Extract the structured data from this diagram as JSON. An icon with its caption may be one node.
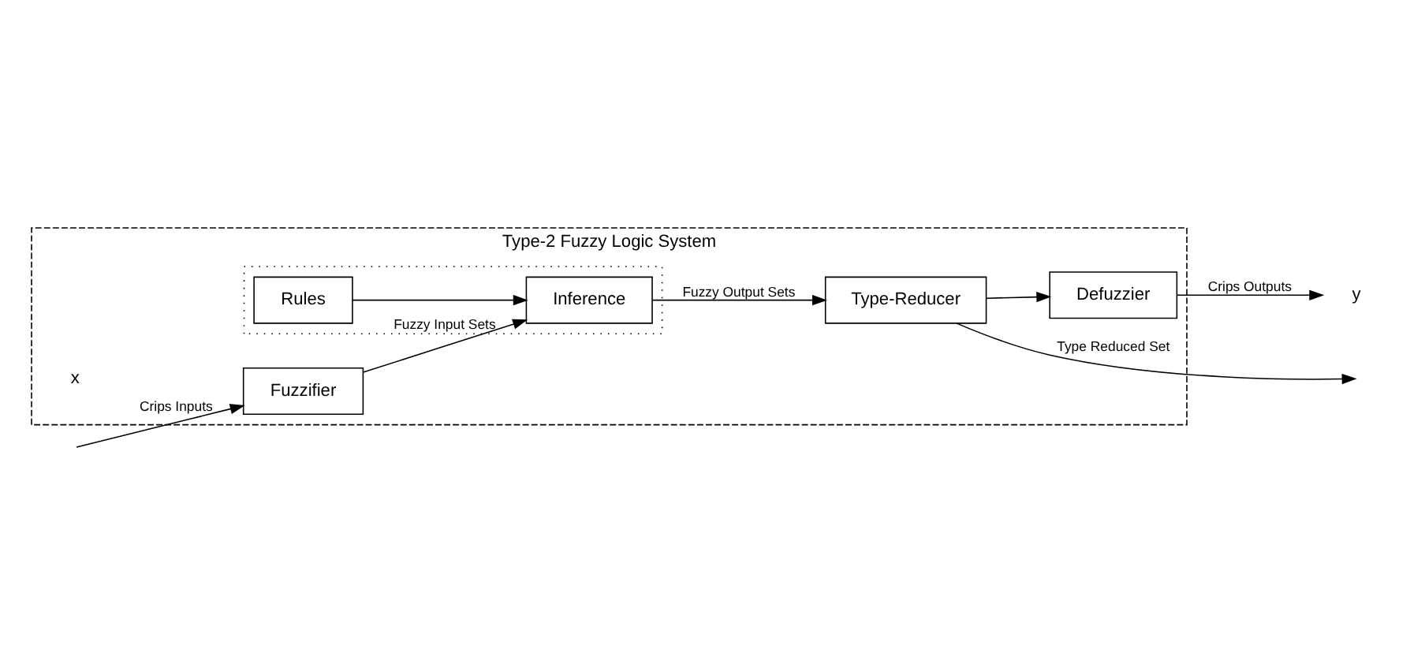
{
  "diagram": {
    "nodes": [
      {
        "text": [
          "Type-2 Fuzzy Logic System"
        ]
      },
      {
        "text": [],
        "shape": "box",
        "in": 0
      },
      {
        "text": [
          "Rules"
        ],
        "in": 1
      },
      {
        "text": [
          "Fuzzifier"
        ],
        "in": 0
      },
      {
        "text": [
          "Inference"
        ],
        "in": 1
      },
      {
        "text": [
          "Defuzzier"
        ],
        "in": 0
      },
      {
        "text": [
          "Type-Reducer"
        ],
        "in": 0
      },
      {
        "text": [
          "y"
        ]
      }
    ],
    "edges": [
      {
        "from": null,
        "to": 3,
        "arrow": "to",
        "label": "Crips Inputs"
      },
      {
        "from": 3,
        "to": 4,
        "arrow": "to",
        "label": "Fuzzy Input Sets"
      },
      {
        "from": 2,
        "to": 4,
        "arrow": "to"
      },
      {
        "from": 4,
        "to": 6,
        "arrow": "to",
        "label": "Fuzzy Output Sets"
      },
      {
        "from": 6,
        "to": 5,
        "arrow": "to"
      },
      {
        "from": 5,
        "to": 7,
        "arrow": "to",
        "label": "Crips Outputs"
      },
      {
        "from": 6,
        "to": null,
        "arrow": "to",
        "label": "Type Reduced Set"
      }
    ],
    "labels": [
      "x"
    ]
  }
}
